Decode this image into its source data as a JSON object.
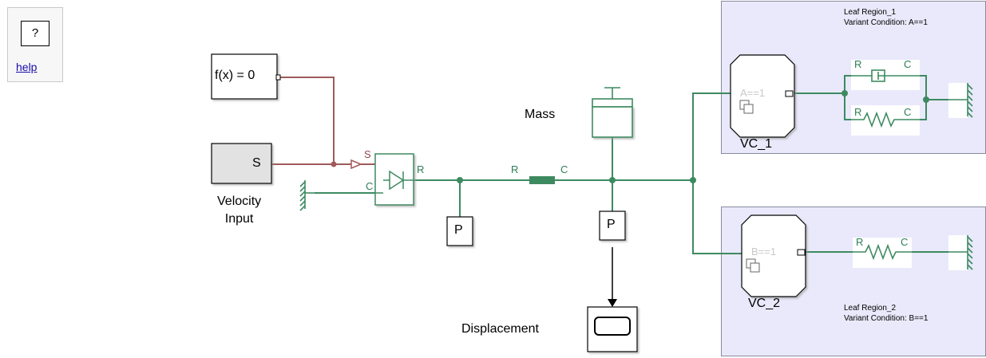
{
  "help": {
    "symbol": "?",
    "link": "help"
  },
  "blocks": {
    "solver": "f(x) = 0",
    "velocity_source": "S",
    "velocity_label": "Velocity\nInput",
    "mass_label": "Mass",
    "sensor_p1": "P",
    "sensor_p2": "P",
    "scope_label": "Displacement",
    "vc1_label": "VC_1",
    "vc2_label": "VC_2",
    "vc1_condition": "A==1",
    "vc2_condition": "B==1"
  },
  "ports": {
    "S": "S",
    "C": "C",
    "R": "R"
  },
  "regions": {
    "region1_name": "Leaf Region_1",
    "region1_condition": "Variant Condition: A==1",
    "region2_name": "Leaf Region_2",
    "region2_condition": "Variant Condition: B==1"
  },
  "colors": {
    "mechanical": "#3d8a61",
    "physical_signal": "#a05a5a",
    "region_fill": "#e9e9fb"
  }
}
